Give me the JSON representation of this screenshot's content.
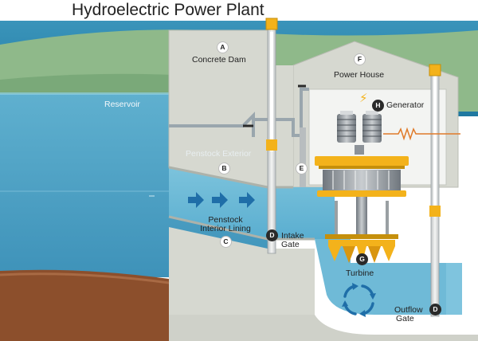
{
  "title": "Hydroelectric Power Plant",
  "labels": {
    "reservoir": "Reservoir",
    "dam": {
      "letter": "A",
      "text": "Concrete Dam"
    },
    "power_house": {
      "letter": "F",
      "text": "Power House"
    },
    "generator": {
      "letter": "H",
      "text": "Generator"
    },
    "penstock_exterior": {
      "letter": "B",
      "text": "Penstock Exterior"
    },
    "penstock_interior": {
      "letter": "C",
      "line1": "Penstock",
      "line2": "Interior Lining"
    },
    "support": {
      "letter": "E"
    },
    "intake_gate": {
      "letter": "D",
      "line1": "Intake",
      "line2": "Gate"
    },
    "turbine": {
      "letter": "G",
      "text": "Turbine"
    },
    "outflow_gate": {
      "letter": "D",
      "line1": "Outflow",
      "line2": "Gate"
    }
  },
  "icons": [
    "bolt-icon",
    "flow-arrow-icon",
    "rotation-arrows-icon",
    "gate-hoist-icon",
    "resistor-symbol-icon"
  ],
  "colors": {
    "sky": "#2e8ab0",
    "land": "#8fb98a",
    "water": "#67b6d3",
    "water_deep": "#3d8fb8",
    "concrete": "#d2d4cc",
    "soil": "#8c4f2c",
    "accent": "#f3b21b",
    "machinery": "#8c9298"
  }
}
